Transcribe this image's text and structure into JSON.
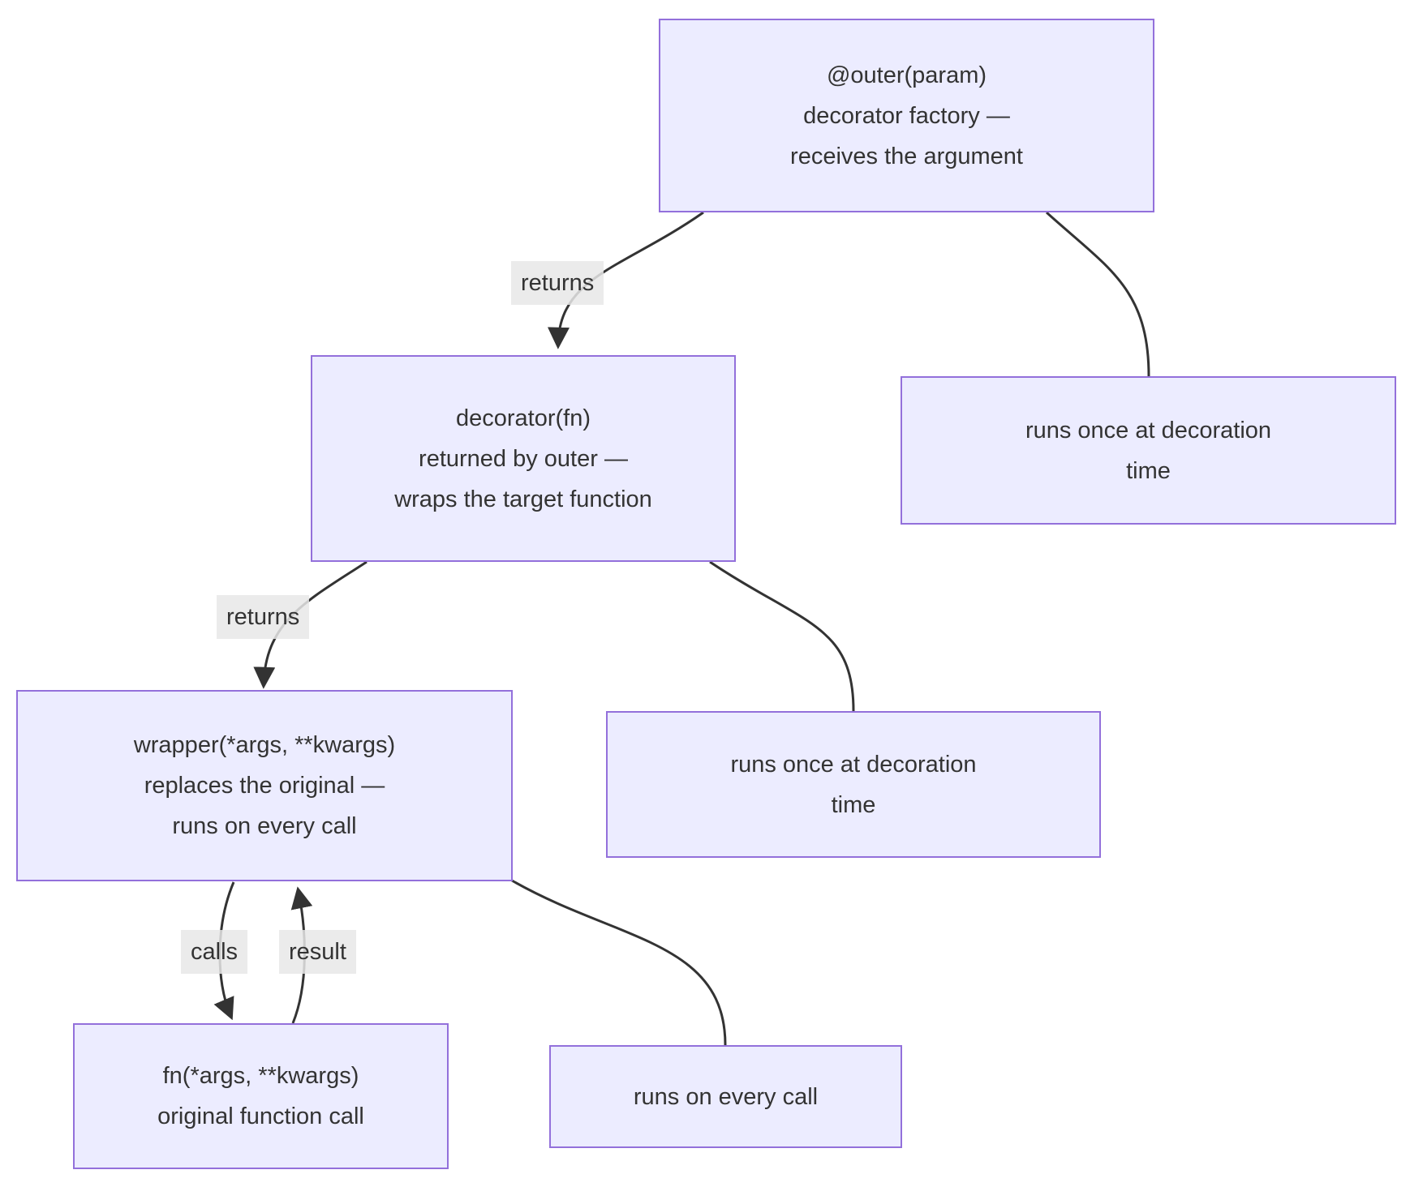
{
  "diagram": {
    "type": "flowchart",
    "subject": "Python decorator with arguments (decorator factory) call flow",
    "colors": {
      "node_fill": "#ECECFF",
      "node_border": "#9370DB",
      "edge_stroke": "#333333",
      "edge_label_bg": "#e8e8e8",
      "text": "#333333",
      "background": "#ffffff"
    },
    "nodes": {
      "outer": {
        "line1": "@outer(param)",
        "line2": "decorator factory —",
        "line3": "receives the argument"
      },
      "decorator": {
        "line1": "decorator(fn)",
        "line2": "returned by outer —",
        "line3": "wraps the target function"
      },
      "wrapper": {
        "line1": "wrapper(*args, **kwargs)",
        "line2": "replaces the original —",
        "line3": "runs on every call"
      },
      "fn": {
        "line1": "fn(*args, **kwargs)",
        "line2": "original function call"
      },
      "note_decoration_time_1": {
        "line1": "runs once at decoration",
        "line2": "time"
      },
      "note_decoration_time_2": {
        "line1": "runs once at decoration",
        "line2": "time"
      },
      "note_every_call": {
        "line1": "runs on every call"
      }
    },
    "edge_labels": {
      "outer_to_decorator": "returns",
      "decorator_to_wrapper": "returns",
      "wrapper_to_fn": "calls",
      "fn_to_wrapper": "result"
    },
    "edges": [
      {
        "from": "outer",
        "to": "decorator",
        "label": "returns",
        "arrow": true
      },
      {
        "from": "outer",
        "to": "note_decoration_time_1",
        "label": "",
        "arrow": false
      },
      {
        "from": "decorator",
        "to": "wrapper",
        "label": "returns",
        "arrow": true
      },
      {
        "from": "decorator",
        "to": "note_decoration_time_2",
        "label": "",
        "arrow": false
      },
      {
        "from": "wrapper",
        "to": "fn",
        "label": "calls",
        "arrow": true
      },
      {
        "from": "fn",
        "to": "wrapper",
        "label": "result",
        "arrow": true
      },
      {
        "from": "wrapper",
        "to": "note_every_call",
        "label": "",
        "arrow": false
      }
    ]
  }
}
